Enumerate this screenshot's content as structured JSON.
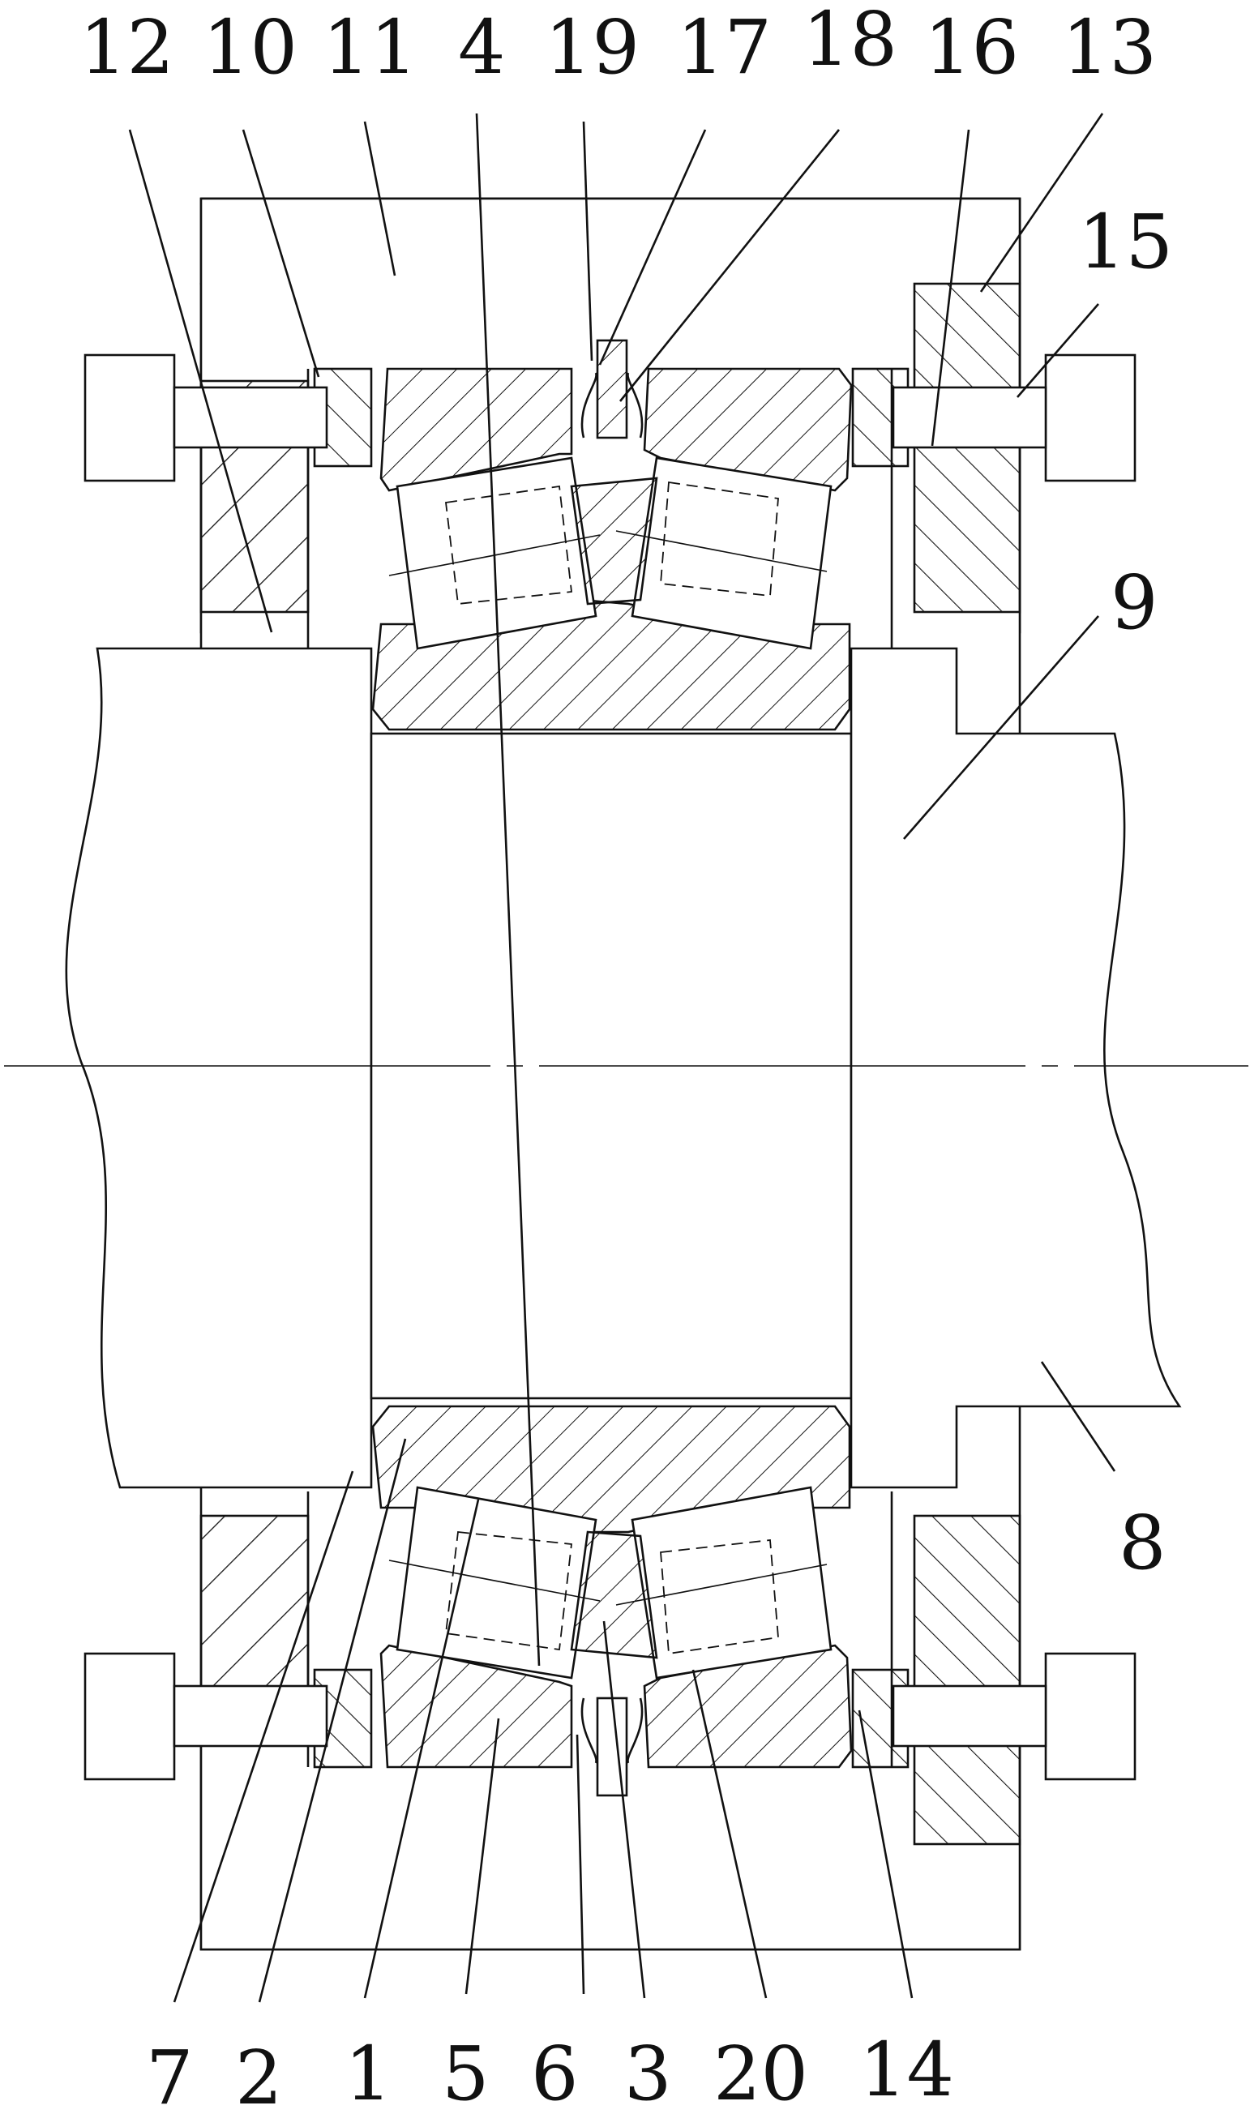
{
  "labels": {
    "top": [
      "12",
      "10",
      "11",
      "4",
      "19",
      "17",
      "18",
      "16",
      "13"
    ],
    "right_upper": [
      "15",
      "9"
    ],
    "right_lower": "8",
    "bottom": [
      "7",
      "2",
      "1",
      "5",
      "6",
      "3",
      "20",
      "14"
    ]
  }
}
